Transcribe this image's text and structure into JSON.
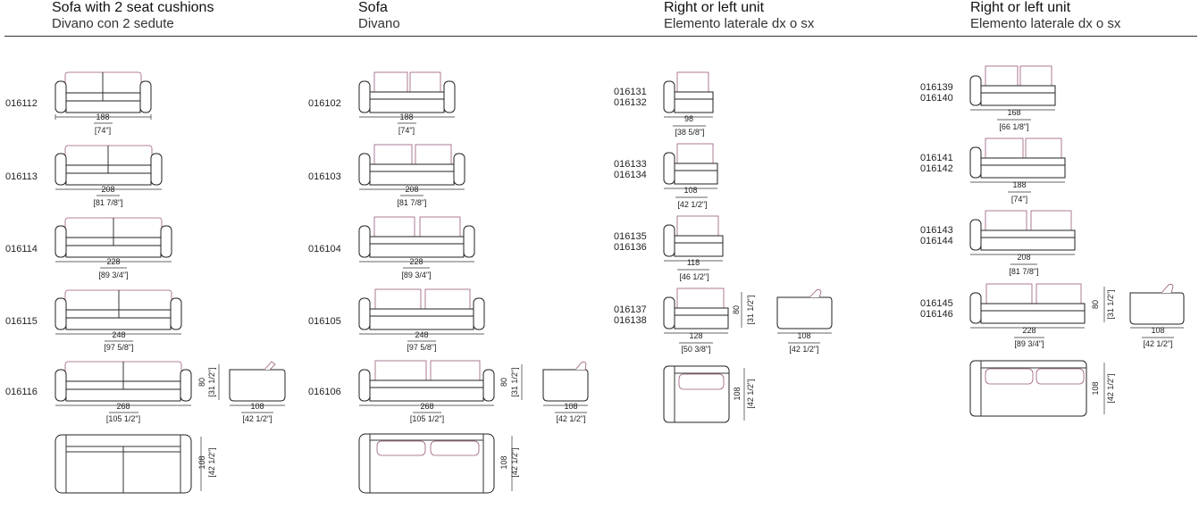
{
  "columns": [
    {
      "title": "Sofa with 2 seat cushions",
      "subtitle": "Divano con 2 sedute"
    },
    {
      "title": "Sofa",
      "subtitle": "Divano"
    },
    {
      "title": "Right or left unit",
      "subtitle": "Elemento laterale dx o sx"
    },
    {
      "title": "Right or left unit",
      "subtitle": "Elemento laterale dx o sx"
    }
  ],
  "codes": {
    "c1": [
      "016112",
      "016113",
      "016114",
      "016115",
      "016116"
    ],
    "c2": [
      "016102",
      "016103",
      "016104",
      "016105",
      "016106"
    ],
    "c3": [
      [
        "016131",
        "016132"
      ],
      [
        "016133",
        "016134"
      ],
      [
        "016135",
        "016136"
      ],
      [
        "016137",
        "016138"
      ]
    ],
    "c4": [
      [
        "016139",
        "016140"
      ],
      [
        "016141",
        "016142"
      ],
      [
        "016143",
        "016144"
      ],
      [
        "016145",
        "016146"
      ]
    ]
  },
  "dims": {
    "w188": "188",
    "in188": "[74\"]",
    "w208": "208",
    "in208": "[81 7/8\"]",
    "w228": "228",
    "in228": "[89 3/4\"]",
    "w248": "248",
    "in248": "[97 5/8\"]",
    "w268": "268",
    "in268": "[105 1/2\"]",
    "w98": "98",
    "in98": "[38 5/8\"]",
    "w108": "108",
    "in108": "[42 1/2\"]",
    "w118": "118",
    "in118": "[46 1/2\"]",
    "w128": "128",
    "in128": "[50 3/8\"]",
    "w168": "168",
    "in168": "[66 1/8\"]",
    "h80": "80",
    "inh80": "[31 1/2\"]",
    "d108": "108",
    "ind108": "[42 1/2\"]"
  }
}
